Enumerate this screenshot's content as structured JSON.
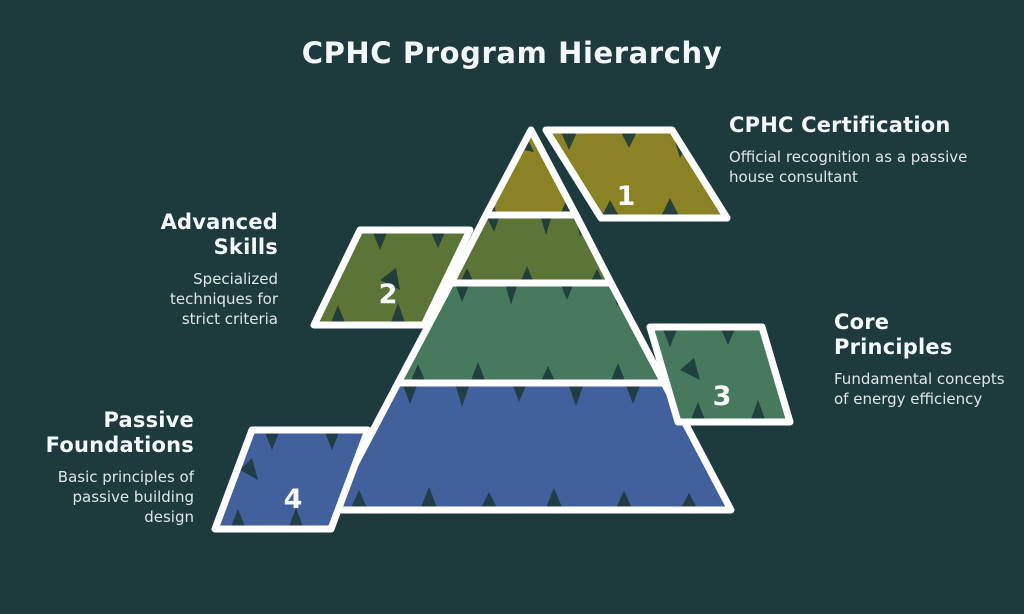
{
  "title": "CPHC Program Hierarchy",
  "colors": {
    "background": "#1d3a3c",
    "outline": "#ffffff",
    "text_primary": "#f4f9fa",
    "text_secondary": "#dde7e9",
    "tier1": "#8a8224",
    "tier2": "#5d7437",
    "tier3": "#47795e",
    "tier4": "#41609c"
  },
  "tiers": [
    {
      "number": "1",
      "heading": "CPHC Certification",
      "description": "Official recognition as a passive house consultant",
      "color": "#8a8224",
      "side": "right"
    },
    {
      "number": "2",
      "heading": "Advanced Skills",
      "description": "Specialized techniques for strict criteria",
      "color": "#5d7437",
      "side": "left"
    },
    {
      "number": "3",
      "heading": "Core Principles",
      "description": "Fundamental concepts of energy efficiency",
      "color": "#47795e",
      "side": "right"
    },
    {
      "number": "4",
      "heading": "Passive Foundations",
      "description": "Basic principles of passive building design",
      "color": "#41609c",
      "side": "left"
    }
  ]
}
